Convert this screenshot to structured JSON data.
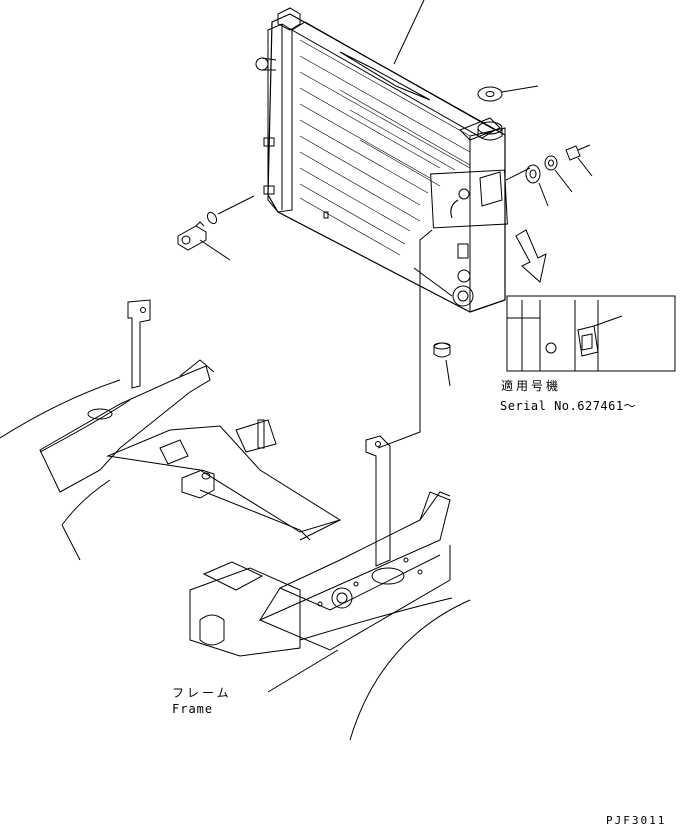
{
  "diagram": {
    "applicability_jp": "適用号機",
    "serial_text": "Serial No.627461〜",
    "frame_jp": "フレーム",
    "frame_en": "Frame",
    "drawing_code": "PJF3011"
  },
  "colors": {
    "line": "#000000",
    "paper": "#ffffff"
  }
}
